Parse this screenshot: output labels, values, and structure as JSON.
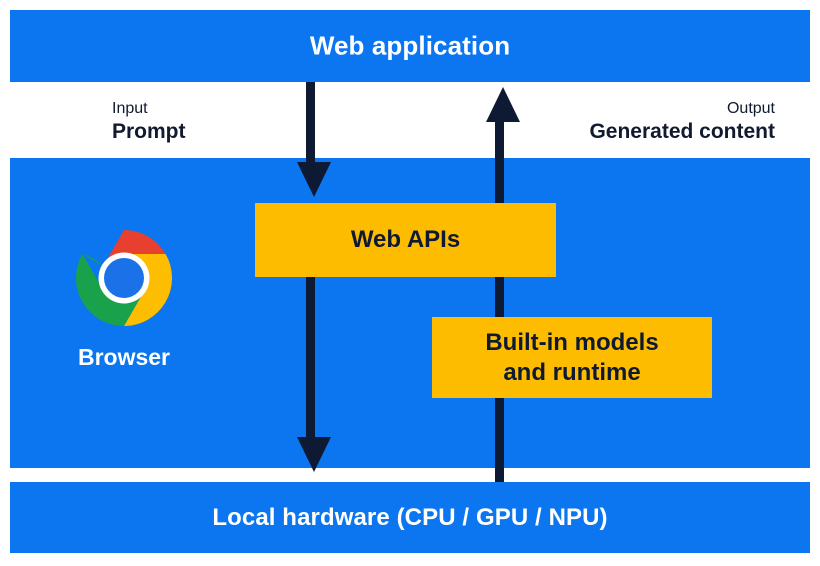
{
  "diagram": {
    "title": "Web application built-in AI architecture",
    "colors": {
      "band_blue": "#0b76ef",
      "box_amber": "#febc00",
      "arrow_navy": "#0e1a33",
      "text_on_blue": "#ffffff",
      "text_on_white": "#111a2e",
      "background": "#ffffff"
    },
    "bands": [
      {
        "id": "web-application",
        "label": "Web application"
      },
      {
        "id": "browser",
        "label": ""
      },
      {
        "id": "local-hardware",
        "label": "Local hardware (CPU / GPU / NPU)"
      }
    ],
    "flows": [
      {
        "id": "input",
        "kind": "Input",
        "value": "Prompt",
        "direction": "down"
      },
      {
        "id": "output",
        "kind": "Output",
        "value": "Generated content",
        "direction": "up"
      }
    ],
    "boxes": [
      {
        "id": "web-apis",
        "label": "Web APIs"
      },
      {
        "id": "built-in-models",
        "label": "Built-in models\nand runtime"
      }
    ],
    "browser": {
      "icon": "chrome-logo-icon",
      "caption": "Browser"
    }
  }
}
